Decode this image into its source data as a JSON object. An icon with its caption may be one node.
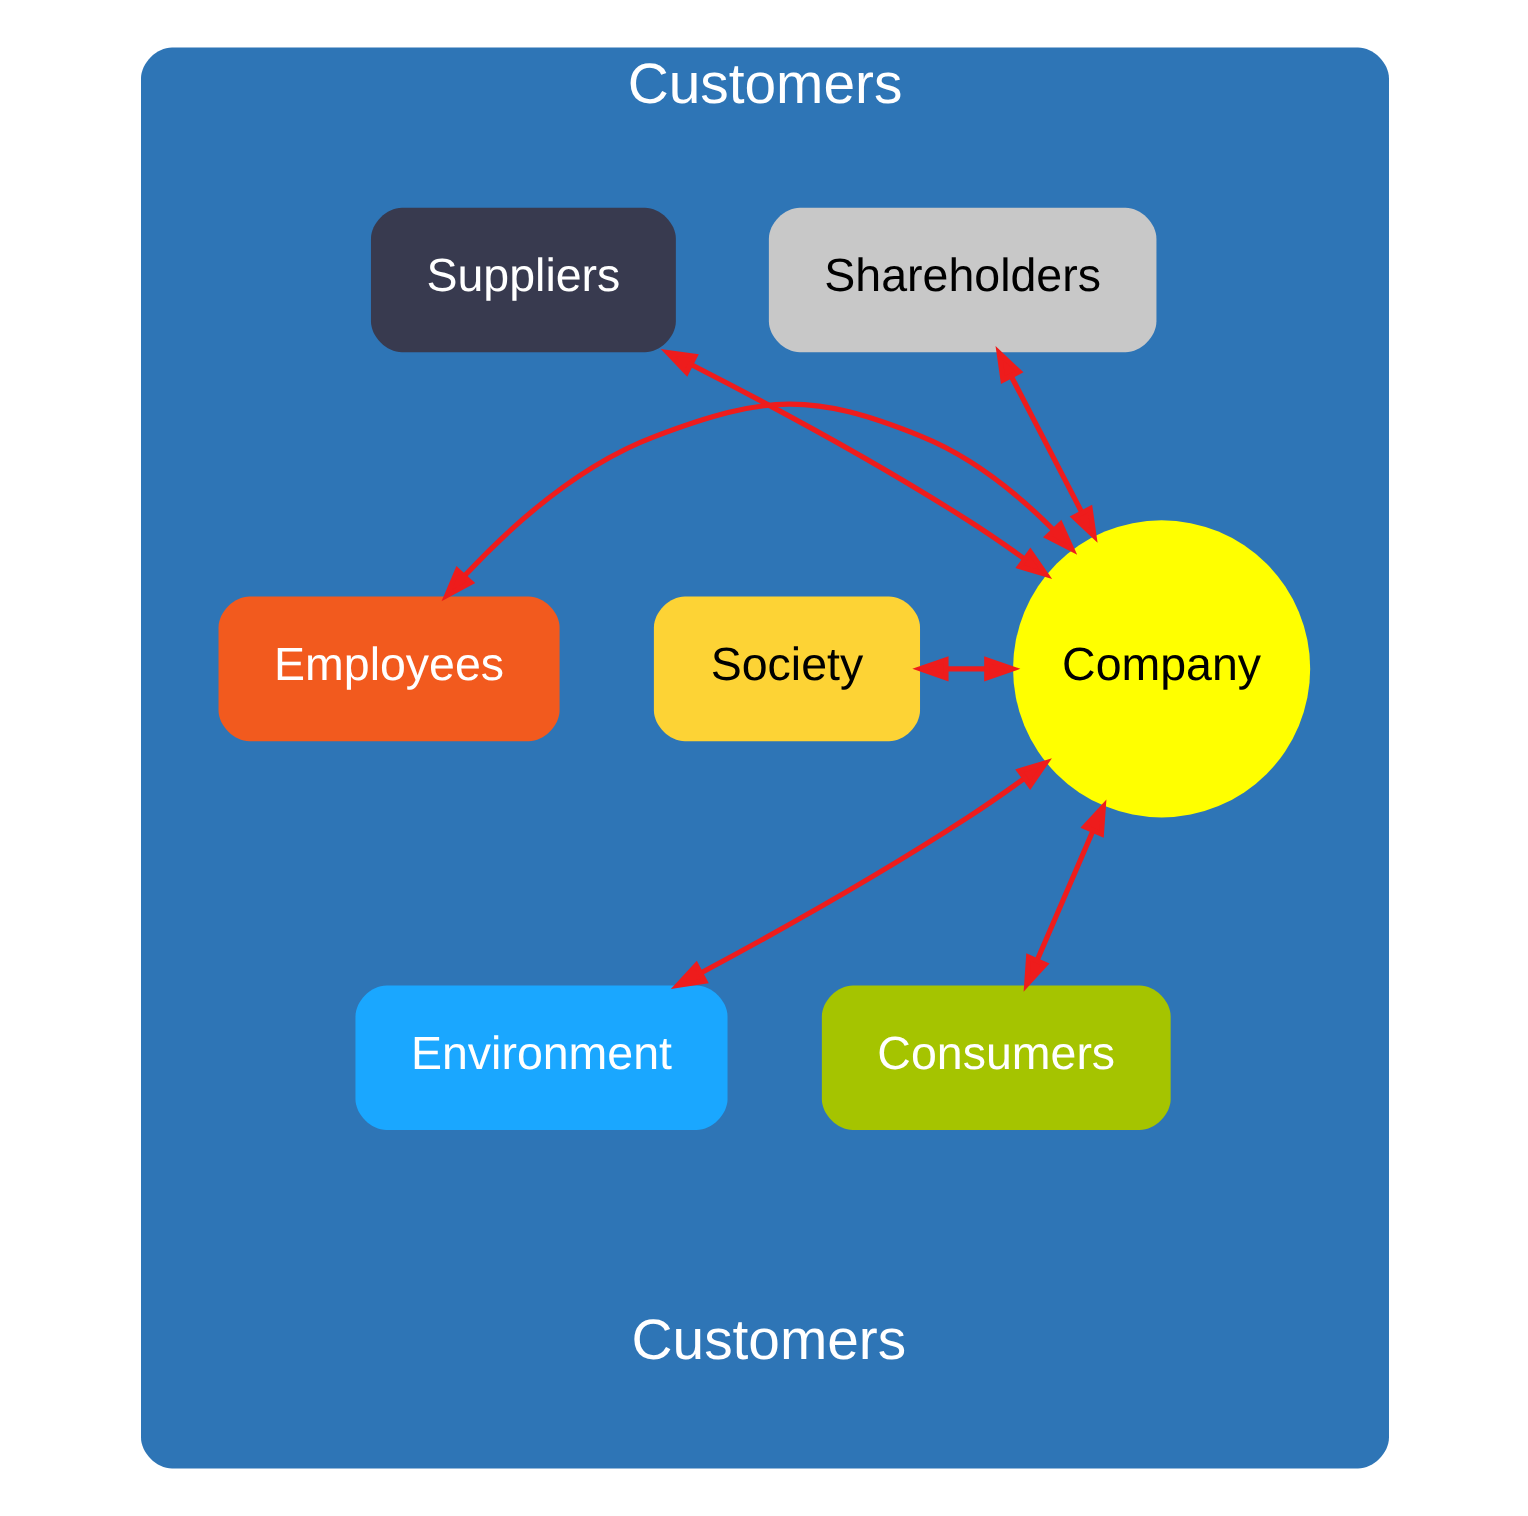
{
  "diagram": {
    "nodes": [
      {
        "text": [
          "Customers",
          "Customers"
        ]
      },
      {
        "text": [
          "Company"
        ],
        "in": 0
      },
      {
        "text": [
          "Shareholders"
        ],
        "in": 0
      },
      {
        "text": [
          "Suppliers"
        ],
        "in": 0
      },
      {
        "text": [
          "Society"
        ],
        "in": 0
      },
      {
        "text": [
          "Employees"
        ],
        "in": 0
      },
      {
        "text": [
          "Environment"
        ],
        "in": 0
      },
      {
        "text": [
          "Consumers"
        ],
        "in": 0
      }
    ],
    "edges": [
      {
        "from": 1,
        "to": 2,
        "arrow": "both",
        "color": "#ee1c1c"
      },
      {
        "from": 1,
        "to": 3,
        "arrow": "both",
        "color": "#ee1c1c"
      },
      {
        "from": 1,
        "to": 4,
        "arrow": "both",
        "color": "#ee1c1c"
      },
      {
        "from": 1,
        "to": 5,
        "arrow": "both",
        "color": "#ee1c1c"
      },
      {
        "from": 1,
        "to": 6,
        "arrow": "both",
        "color": "#ee1c1c"
      },
      {
        "from": 1,
        "to": 7,
        "arrow": "both",
        "color": "#ee1c1c"
      }
    ]
  }
}
